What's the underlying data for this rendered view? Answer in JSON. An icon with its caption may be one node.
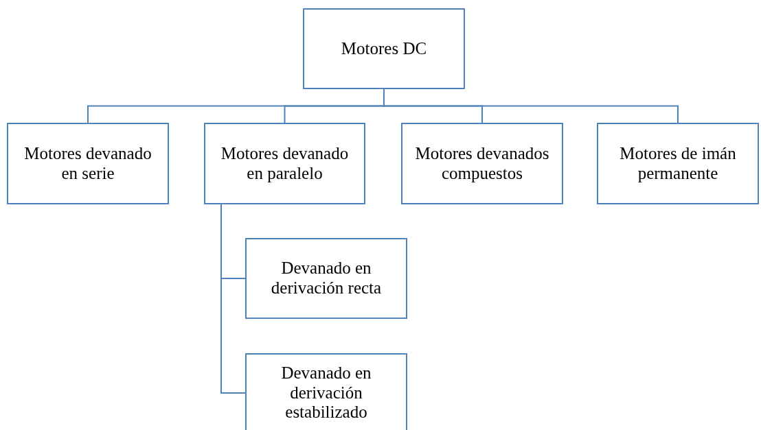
{
  "diagram": {
    "nodes": [
      {
        "text": [
          "Motores DC"
        ]
      },
      {
        "text": [
          "Motores devanado en serie"
        ]
      },
      {
        "text": [
          "Motores devanado en paralelo"
        ]
      },
      {
        "text": [
          "Motores devanados compuestos"
        ]
      },
      {
        "text": [
          "Motores de imán permanente"
        ]
      },
      {
        "text": [
          "Devanado en derivación recta"
        ]
      },
      {
        "text": [
          "Devanado en derivación estabilizado"
        ]
      }
    ],
    "edges": [
      {
        "from": 0,
        "to": 1,
        "arrow": "none"
      },
      {
        "from": 0,
        "to": 2,
        "arrow": "none"
      },
      {
        "from": 0,
        "to": 3,
        "arrow": "none"
      },
      {
        "from": 0,
        "to": 4,
        "arrow": "none"
      },
      {
        "from": 2,
        "to": 5,
        "arrow": "none"
      },
      {
        "from": 2,
        "to": 6,
        "arrow": "none"
      }
    ]
  }
}
